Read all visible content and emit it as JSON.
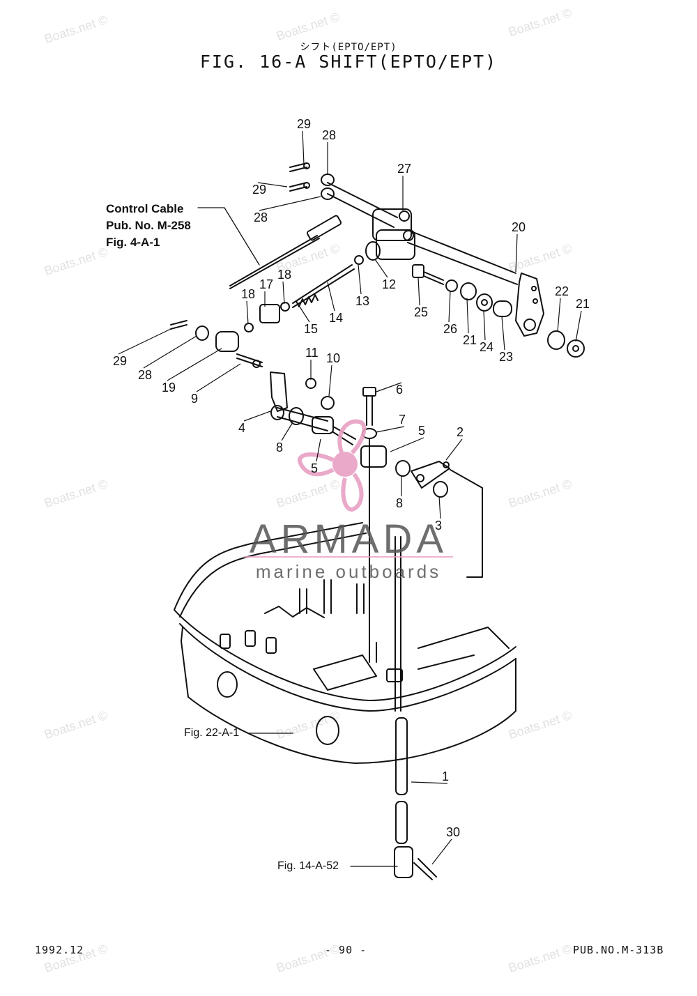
{
  "header": {
    "subtitle": "シフト(EPTO/EPT)",
    "title": "FIG. 16-A SHIFT(EPTO/EPT)"
  },
  "callouts": {
    "control_cable_line1": "Control Cable",
    "control_cable_line2": "Pub. No. M-258",
    "control_cable_line3": "Fig. 4-A-1",
    "fig_22": "Fig. 22-A-1",
    "fig_14": "Fig. 14-A-52"
  },
  "parts": [
    {
      "num": "1"
    },
    {
      "num": "2"
    },
    {
      "num": "3"
    },
    {
      "num": "4"
    },
    {
      "num": "5"
    },
    {
      "num": "5"
    },
    {
      "num": "6"
    },
    {
      "num": "7"
    },
    {
      "num": "8"
    },
    {
      "num": "8"
    },
    {
      "num": "9"
    },
    {
      "num": "10"
    },
    {
      "num": "11"
    },
    {
      "num": "12"
    },
    {
      "num": "13"
    },
    {
      "num": "14"
    },
    {
      "num": "15"
    },
    {
      "num": "17"
    },
    {
      "num": "18"
    },
    {
      "num": "18"
    },
    {
      "num": "19"
    },
    {
      "num": "20"
    },
    {
      "num": "21"
    },
    {
      "num": "21"
    },
    {
      "num": "22"
    },
    {
      "num": "23"
    },
    {
      "num": "24"
    },
    {
      "num": "25"
    },
    {
      "num": "26"
    },
    {
      "num": "27"
    },
    {
      "num": "28"
    },
    {
      "num": "28"
    },
    {
      "num": "28"
    },
    {
      "num": "29"
    },
    {
      "num": "29"
    },
    {
      "num": "29"
    },
    {
      "num": "30"
    }
  ],
  "watermark": {
    "text": "Boats.net ©",
    "logo_name": "ARMADA",
    "logo_sub": "marine outboards",
    "logo_color": "#e8a0c4"
  },
  "footer": {
    "date": "1992.12",
    "page": "- 90 -",
    "pub": "PUB.NO.M-313B"
  }
}
